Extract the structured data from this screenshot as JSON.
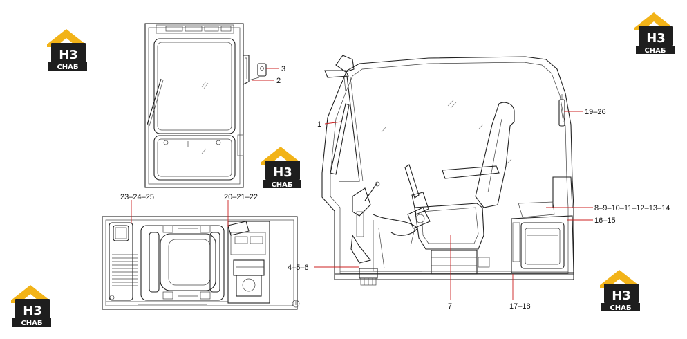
{
  "callouts": [
    {
      "id": "c1",
      "text": "1"
    },
    {
      "id": "c2",
      "text": "2"
    },
    {
      "id": "c3",
      "text": "3"
    },
    {
      "id": "c4",
      "text": "4–5–6"
    },
    {
      "id": "c7",
      "text": "7"
    },
    {
      "id": "c8",
      "text": "8–9–10–11–12–13–14"
    },
    {
      "id": "c16",
      "text": "16–15"
    },
    {
      "id": "c17",
      "text": "17–18"
    },
    {
      "id": "c19",
      "text": "19–26"
    },
    {
      "id": "c20",
      "text": "20–21–22"
    },
    {
      "id": "c23",
      "text": "23–24–25"
    }
  ],
  "watermark": {
    "letters": "H3",
    "caption": "СНАБ",
    "colors": {
      "roof": "#f2b318",
      "plate": "#1e1e1e",
      "text": "#ffffff"
    }
  },
  "colors": {
    "line": "#222222",
    "leader": "#cc2020",
    "background": "#ffffff"
  }
}
